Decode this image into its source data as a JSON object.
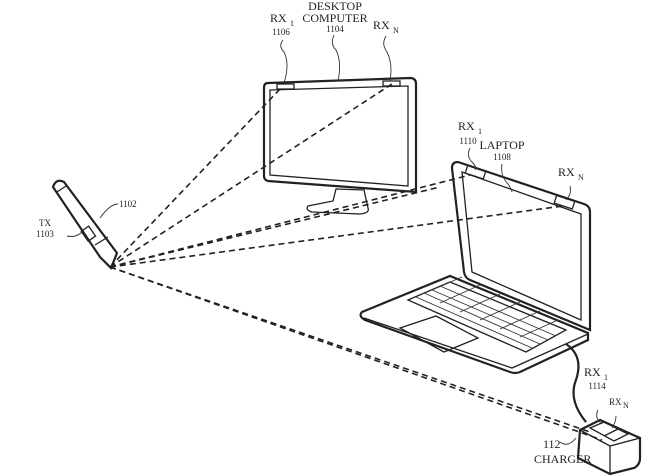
{
  "figure": {
    "desktop": {
      "title_line1": "DESKTOP",
      "title_line2": "COMPUTER",
      "ref": "1104",
      "rx1": {
        "label": "RX",
        "sub": "1",
        "ref": "1106"
      },
      "rxn": {
        "label": "RX",
        "sub": "N"
      }
    },
    "laptop": {
      "title": "LAPTOP",
      "ref": "1108",
      "rx1": {
        "label": "RX",
        "sub": "1",
        "ref": "1110"
      },
      "rxn": {
        "label": "RX",
        "sub": "N"
      }
    },
    "stylus": {
      "ref": "1102",
      "tx_label": "TX",
      "tx_ref": "1103"
    },
    "charger": {
      "title": "CHARGER",
      "ref": "112",
      "rx1": {
        "label": "RX",
        "sub": "1",
        "ref": "1114"
      },
      "rxn": {
        "label": "RX",
        "sub": "N"
      }
    }
  }
}
